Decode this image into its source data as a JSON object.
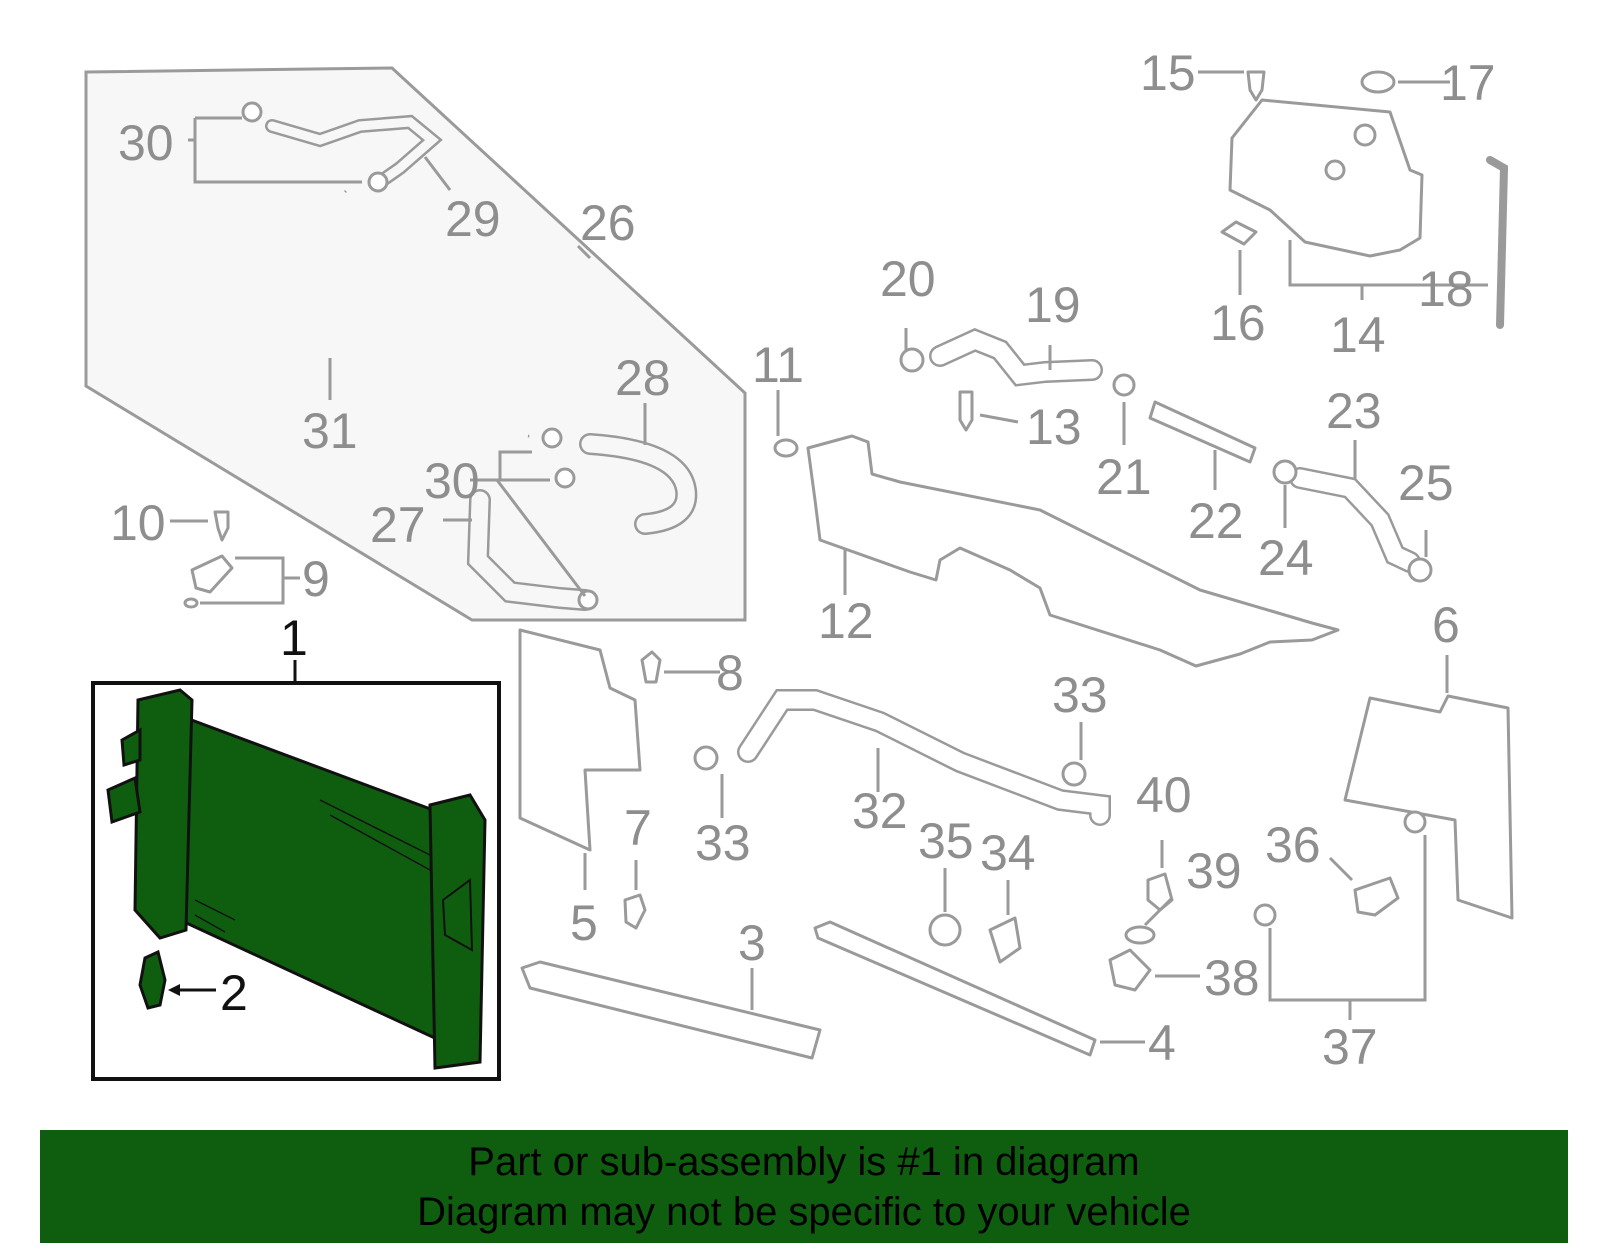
{
  "callouts": {
    "c1": "1",
    "c2": "2",
    "c3": "3",
    "c4": "4",
    "c5": "5",
    "c6": "6",
    "c7": "7",
    "c8": "8",
    "c9": "9",
    "c10": "10",
    "c11": "11",
    "c12": "12",
    "c13": "13",
    "c14": "14",
    "c15": "15",
    "c16": "16",
    "c17": "17",
    "c18": "18",
    "c19": "19",
    "c20": "20",
    "c21": "21",
    "c22": "22",
    "c23": "23",
    "c24": "24",
    "c25": "25",
    "c26": "26",
    "c27": "27",
    "c28": "28",
    "c29": "29",
    "c30a": "30",
    "c30b": "30",
    "c31": "31",
    "c32": "32",
    "c33a": "33",
    "c33b": "33",
    "c34": "34",
    "c35": "35",
    "c36": "36",
    "c37": "37",
    "c38": "38",
    "c39": "39",
    "c40": "40"
  },
  "highlight_color": "#0f5e10",
  "banner": {
    "line1": "Part or sub-assembly is #1 in diagram",
    "line2": "Diagram may not be specific to your vehicle"
  }
}
